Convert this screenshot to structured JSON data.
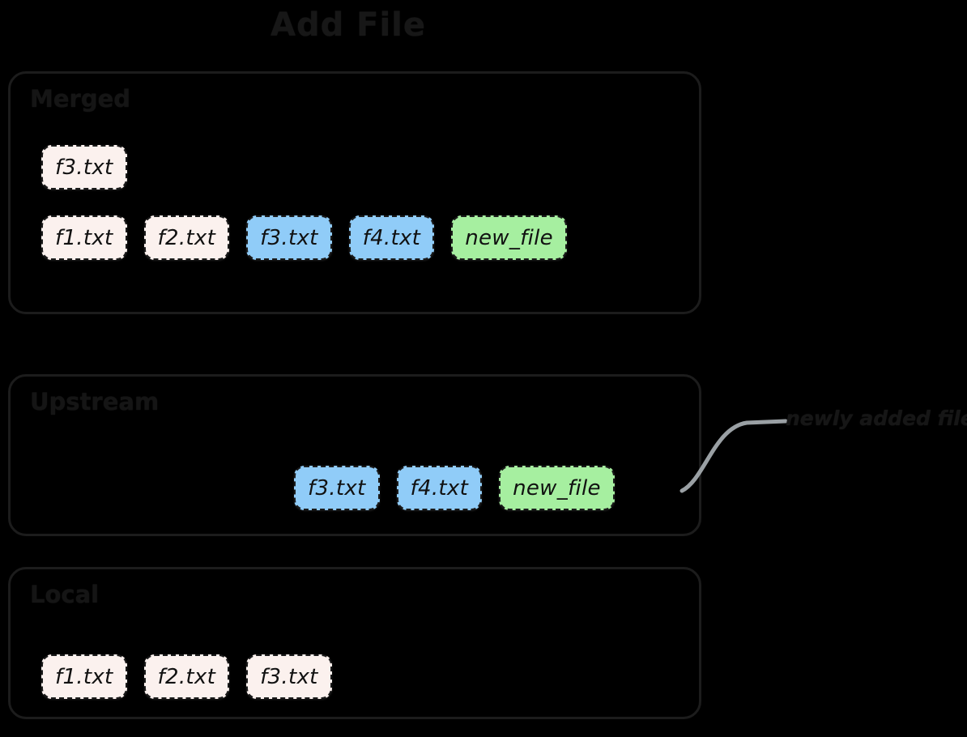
{
  "title": "Add File",
  "theme": {
    "background": "#000000",
    "container_border": "#1c1c1c",
    "chip_plain_bg": "#FBF1EE",
    "chip_blue_bg": "#90CCF8",
    "chip_green_bg": "#A6EFA0",
    "chip_border": "#1a1a1a",
    "text_dark": "#111111",
    "leader_line": "#9aa0a4"
  },
  "sections": [
    {
      "id": "merged",
      "label": "Merged",
      "rows": [
        {
          "id": "merged-row-top",
          "files": [
            {
              "name": "f3.txt",
              "style": "plain"
            }
          ]
        },
        {
          "id": "merged-row-bottom",
          "files": [
            {
              "name": "f1.txt",
              "style": "plain"
            },
            {
              "name": "f2.txt",
              "style": "plain"
            },
            {
              "name": "f3.txt",
              "style": "blue"
            },
            {
              "name": "f4.txt",
              "style": "blue"
            },
            {
              "name": "new_file",
              "style": "green"
            }
          ]
        }
      ]
    },
    {
      "id": "upstream",
      "label": "Upstream",
      "rows": [
        {
          "id": "upstream-row",
          "files": [
            {
              "name": "f3.txt",
              "style": "blue"
            },
            {
              "name": "f4.txt",
              "style": "blue"
            },
            {
              "name": "new_file",
              "style": "green"
            }
          ]
        }
      ]
    },
    {
      "id": "local",
      "label": "Local",
      "rows": [
        {
          "id": "local-row",
          "files": [
            {
              "name": "f1.txt",
              "style": "plain"
            },
            {
              "name": "f2.txt",
              "style": "plain"
            },
            {
              "name": "f3.txt",
              "style": "plain"
            }
          ]
        }
      ]
    }
  ],
  "annotation": {
    "text": "newly added file",
    "points_to": "new_file"
  }
}
